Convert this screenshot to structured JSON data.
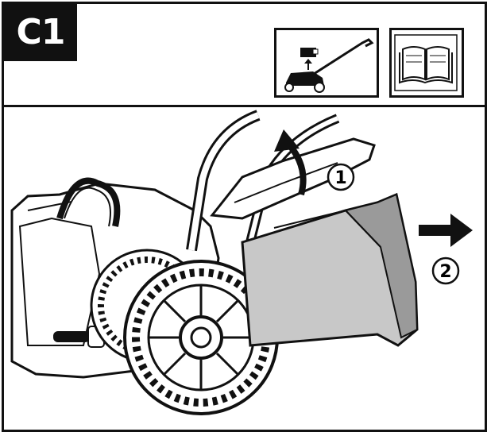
{
  "step": {
    "label": "C1"
  },
  "icons": {
    "mower": "lawnmower-icon",
    "manual": "open-book-icon",
    "arrow_right": "arrow-right-icon",
    "arrow_up": "curved-arrow-up-icon"
  },
  "callouts": [
    {
      "number": "1"
    },
    {
      "number": "2"
    }
  ],
  "colors": {
    "ink": "#111111",
    "paper": "#ffffff",
    "grey": "#9a9a9a",
    "light_grey": "#c8c8c8"
  }
}
